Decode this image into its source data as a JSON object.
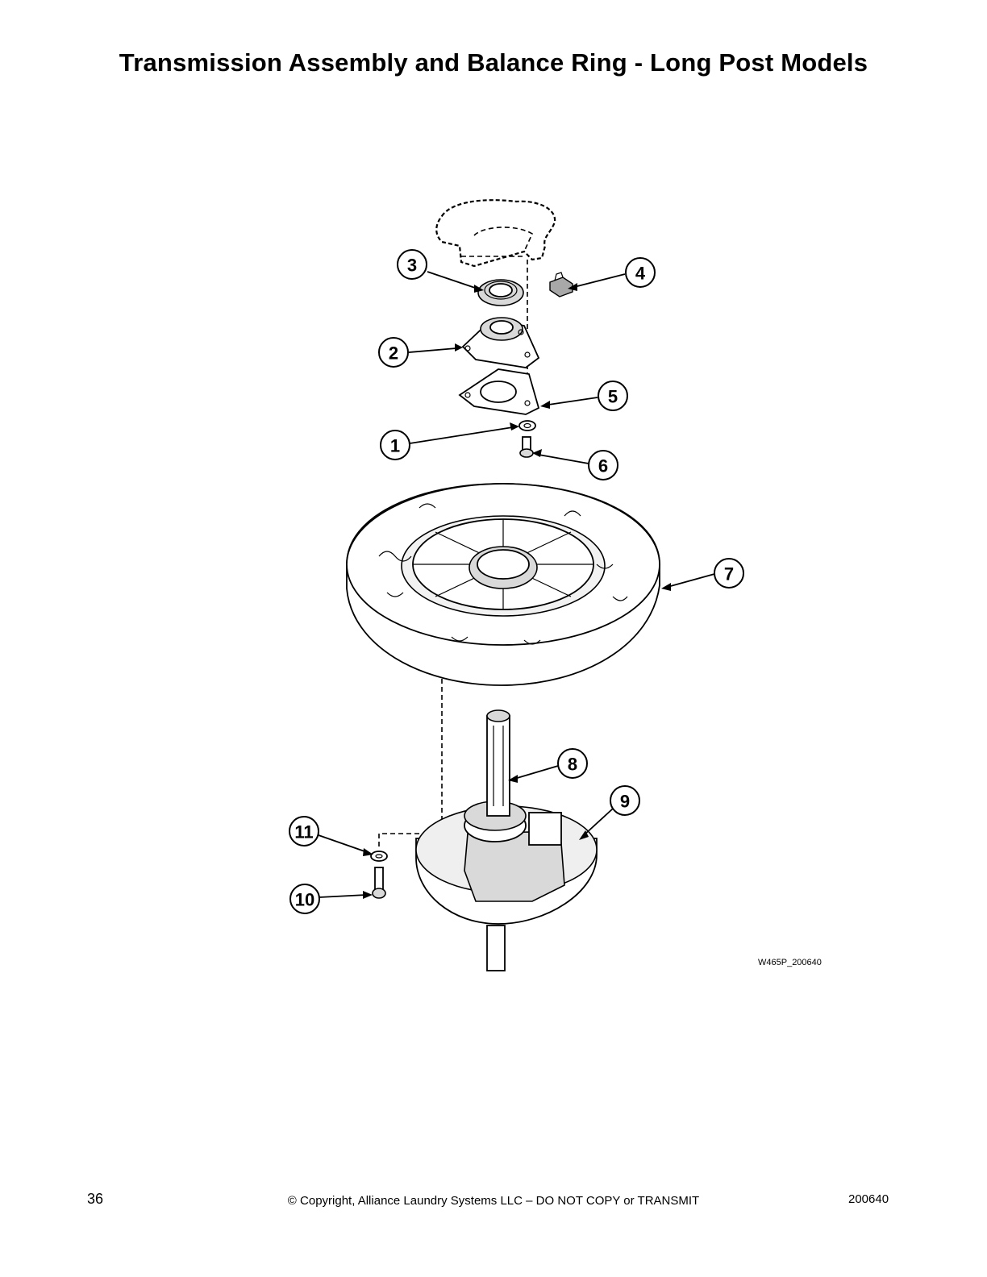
{
  "page": {
    "title": "Transmission Assembly and Balance Ring - Long Post Models",
    "figure_code": "W465P_200640",
    "footer": {
      "page_number": "36",
      "copyright": "© Copyright, Alliance Laundry Systems LLC – DO NOT COPY or TRANSMIT",
      "doc_code": "200640"
    }
  },
  "callouts": [
    {
      "id": "3",
      "label": "3"
    },
    {
      "id": "4",
      "label": "4"
    },
    {
      "id": "2",
      "label": "2"
    },
    {
      "id": "5",
      "label": "5"
    },
    {
      "id": "1",
      "label": "1"
    },
    {
      "id": "6",
      "label": "6"
    },
    {
      "id": "7",
      "label": "7"
    },
    {
      "id": "8",
      "label": "8"
    },
    {
      "id": "9",
      "label": "9"
    },
    {
      "id": "11",
      "label": "11"
    },
    {
      "id": "10",
      "label": "10"
    }
  ]
}
